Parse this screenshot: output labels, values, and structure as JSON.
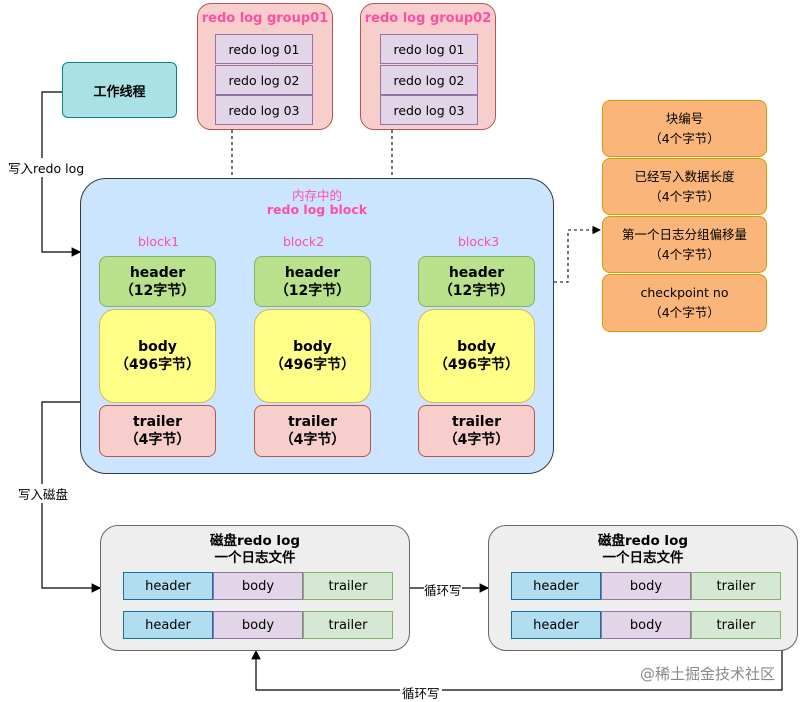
{
  "groups": [
    {
      "title": "redo log group01",
      "items": [
        "redo log 01",
        "redo log 02",
        "redo log 03"
      ]
    },
    {
      "title": "redo log group02",
      "items": [
        "redo log 01",
        "redo log 02",
        "redo log 03"
      ]
    }
  ],
  "worker": {
    "label": "工作线程"
  },
  "labels": {
    "write_redo": "写入redo log",
    "write_disk": "写入磁盘",
    "cycle_write_1": "循环写",
    "cycle_write_2": "循环写"
  },
  "memory": {
    "title_line1": "内存中的",
    "title_line2": "redo log block",
    "blocks": [
      {
        "name": "block1",
        "header": [
          "header",
          "（12字节）"
        ],
        "body": [
          "body",
          "（496字节）"
        ],
        "trailer": [
          "trailer",
          "（4字节）"
        ]
      },
      {
        "name": "block2",
        "header": [
          "header",
          "（12字节）"
        ],
        "body": [
          "body",
          "（496字节）"
        ],
        "trailer": [
          "trailer",
          "（4字节）"
        ]
      },
      {
        "name": "block3",
        "header": [
          "header",
          "（12字节）"
        ],
        "body": [
          "body",
          "（496字节）"
        ],
        "trailer": [
          "trailer",
          "（4字节）"
        ]
      }
    ]
  },
  "header_fields": [
    [
      "块编号",
      "（4个字节）"
    ],
    [
      "已经写入数据长度",
      "（4个字节）"
    ],
    [
      "第一个日志分组偏移量",
      "（4个字节）"
    ],
    [
      "checkpoint no",
      "（4个字节）"
    ]
  ],
  "disk_files": [
    {
      "title_line1": "磁盘redo log",
      "title_line2": "一个日志文件",
      "rows": [
        [
          "header",
          "body",
          "trailer"
        ],
        [
          "header",
          "body",
          "trailer"
        ]
      ]
    },
    {
      "title_line1": "磁盘redo log",
      "title_line2": "一个日志文件",
      "rows": [
        [
          "header",
          "body",
          "trailer"
        ],
        [
          "header",
          "body",
          "trailer"
        ]
      ]
    }
  ],
  "watermark": "@稀土掘金技术社区",
  "colors": {
    "pink_text": "#ff4fa3",
    "memory_bg": "#cce5ff",
    "header_green": "#b9e08a",
    "body_yellow": "#ffff88",
    "trailer_pink": "#f8cecc",
    "orange": "#fab67a",
    "disk_bg": "#eeeeee"
  }
}
